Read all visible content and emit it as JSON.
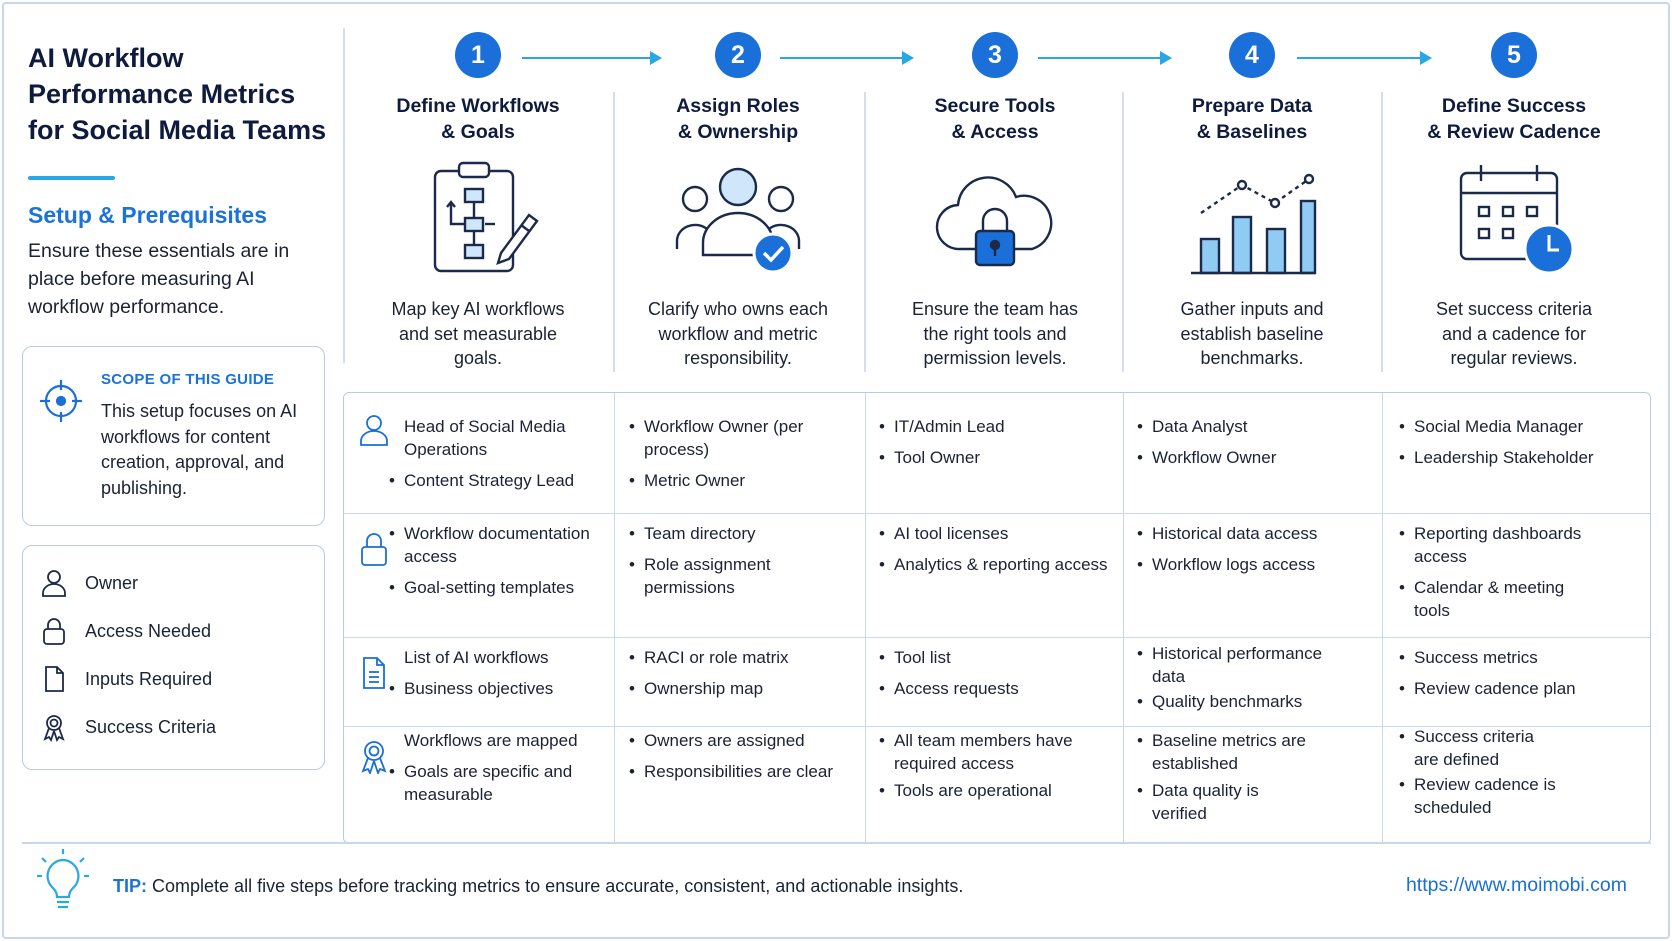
{
  "header": {
    "title": "AI Workflow Performance Metrics for Social Media Teams",
    "subtitle": "Setup & Prerequisites",
    "intro": "Ensure these essentials are in place before measuring AI workflow performance."
  },
  "scope": {
    "heading": "SCOPE OF THIS GUIDE",
    "text": "This setup focuses on AI workflows for content creation, approval, and publishing."
  },
  "legend": [
    {
      "label": "Owner",
      "icon": "person-icon"
    },
    {
      "label": "Access Needed",
      "icon": "lock-icon"
    },
    {
      "label": "Inputs Required",
      "icon": "document-icon"
    },
    {
      "label": "Success Criteria",
      "icon": "award-icon"
    }
  ],
  "steps": [
    {
      "num": "1",
      "title": "Define Workflows\n& Goals",
      "icon": "clipboard-flowchart-icon",
      "desc": "Map key AI workflows\nand set measurable\ngoals."
    },
    {
      "num": "2",
      "title": "Assign Roles\n& Ownership",
      "icon": "team-check-icon",
      "desc": "Clarify who owns each\nworkflow and metric\nresponsibility."
    },
    {
      "num": "3",
      "title": "Secure Tools\n& Access",
      "icon": "cloud-lock-icon",
      "desc": "Ensure the team has\nthe right tools and\npermission levels."
    },
    {
      "num": "4",
      "title": "Prepare Data\n& Baselines",
      "icon": "bar-chart-icon",
      "desc": "Gather inputs and\nestablish baseline\nbenchmarks."
    },
    {
      "num": "5",
      "title": "Define Success\n& Review Cadence",
      "icon": "calendar-clock-icon",
      "desc": "Set success criteria\nand a cadence for\nregular reviews."
    }
  ],
  "grid": {
    "owner": [
      [
        "Head of Social Media Operations",
        "Content Strategy Lead"
      ],
      [
        "Workflow Owner (per process)",
        "Metric Owner"
      ],
      [
        "IT/Admin Lead",
        "Tool Owner"
      ],
      [
        "Data Analyst",
        "Workflow Owner"
      ],
      [
        "Social Media Manager",
        "Leadership Stakeholder"
      ]
    ],
    "access": [
      [
        "Workflow documentation access",
        "Goal-setting templates"
      ],
      [
        "Team directory",
        "Role assignment permissions"
      ],
      [
        "AI tool licenses",
        "Analytics & reporting access"
      ],
      [
        "Historical data access",
        "Workflow logs access"
      ],
      [
        "Reporting dashboards access",
        "Calendar & meeting tools"
      ]
    ],
    "inputs": [
      [
        "List of AI workflows",
        "Business objectives"
      ],
      [
        "RACI or role matrix",
        "Ownership map"
      ],
      [
        "Tool list",
        "Access requests"
      ],
      [
        "Historical performance data",
        "Quality benchmarks"
      ],
      [
        "Success metrics",
        "Review cadence plan"
      ]
    ],
    "success": [
      [
        "Workflows are mapped",
        "Goals are specific and measurable"
      ],
      [
        "Owners are assigned",
        "Responsibilities are clear"
      ],
      [
        "All team members have required access",
        "Tools are operational"
      ],
      [
        "Baseline metrics are established",
        "Data quality is verified"
      ],
      [
        "Success criteria are defined",
        "Review cadence is scheduled"
      ]
    ]
  },
  "footer": {
    "tip_label": "TIP:",
    "tip_text": "Complete all five steps before tracking metrics to ensure accurate, consistent, and actionable insights.",
    "url": "https://www.moimobi.com"
  },
  "colors": {
    "accent": "#1a6fd8",
    "arrow": "#2aa6e3",
    "border": "#b7cbe8",
    "title": "#0f1b3d"
  }
}
